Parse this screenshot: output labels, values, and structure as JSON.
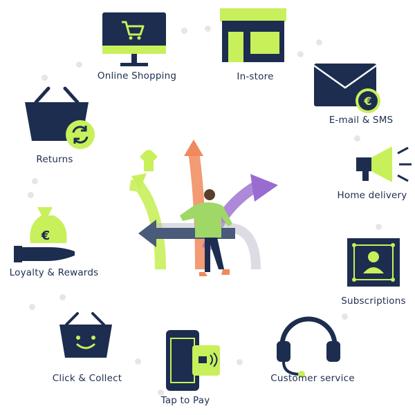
{
  "colors": {
    "navy": "#1c2d4f",
    "lime": "#c8f05a",
    "orange": "#f08a5d",
    "purple": "#9a6bd0",
    "slate": "#4a5a7a",
    "dot": "#e6e6e6"
  },
  "channels": [
    {
      "id": "online-shopping",
      "label": "Online Shopping",
      "icon": "monitor-cart-icon"
    },
    {
      "id": "in-store",
      "label": "In-store",
      "icon": "storefront-icon"
    },
    {
      "id": "email-sms",
      "label": "E-mail & SMS",
      "icon": "envelope-euro-icon"
    },
    {
      "id": "returns",
      "label": "Returns",
      "icon": "basket-refresh-icon"
    },
    {
      "id": "home-delivery",
      "label": "Home delivery",
      "icon": "megaphone-icon"
    },
    {
      "id": "loyalty-rewards",
      "label": "Loyalty & Rewards",
      "icon": "money-bag-hand-icon"
    },
    {
      "id": "subscriptions",
      "label": "Subscriptions",
      "icon": "profile-frame-icon"
    },
    {
      "id": "click-collect",
      "label": "Click & Collect",
      "icon": "smiling-basket-icon"
    },
    {
      "id": "tap-to-pay",
      "label": "Tap to Pay",
      "icon": "phone-card-icon"
    },
    {
      "id": "customer-service",
      "label": "Customer service",
      "icon": "headset-icon"
    }
  ],
  "center": {
    "icon": "person-with-arrows-icon"
  }
}
